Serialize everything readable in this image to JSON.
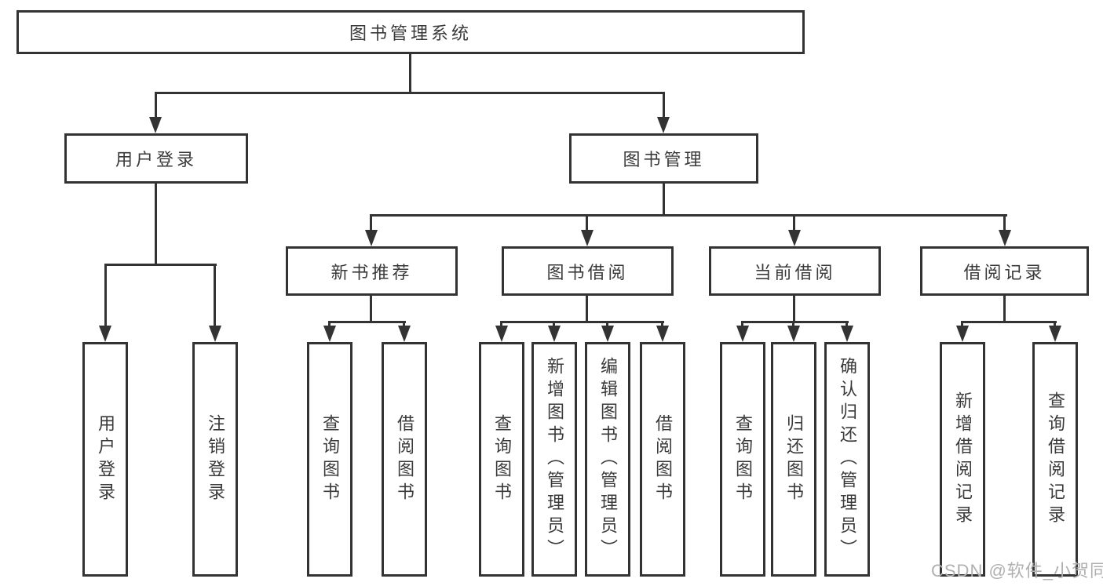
{
  "diagram": {
    "type": "tree",
    "title": "图书管理系统",
    "watermark": "CSDN @软件_小贺同学",
    "colors": {
      "line": "#333333",
      "text": "#3a3a3a",
      "watermark": "#b0b0b0",
      "background": "#ffffff"
    },
    "tree": {
      "label": "图书管理系统",
      "children": [
        {
          "label": "用户登录",
          "children": [
            {
              "label": "用户登录"
            },
            {
              "label": "注销登录"
            }
          ]
        },
        {
          "label": "图书管理",
          "children": [
            {
              "label": "新书推荐",
              "children": [
                {
                  "label": "查询图书"
                },
                {
                  "label": "借阅图书"
                }
              ]
            },
            {
              "label": "图书借阅",
              "children": [
                {
                  "label": "查询图书"
                },
                {
                  "label": "新增图书（管理员）"
                },
                {
                  "label": "编辑图书（管理员）"
                },
                {
                  "label": "借阅图书"
                }
              ]
            },
            {
              "label": "当前借阅",
              "children": [
                {
                  "label": "查询图书"
                },
                {
                  "label": "归还图书"
                },
                {
                  "label": "确认归还（管理员）"
                }
              ]
            },
            {
              "label": "借阅记录",
              "children": [
                {
                  "label": "新增借阅记录"
                },
                {
                  "label": "查询借阅记录"
                }
              ]
            }
          ]
        }
      ]
    }
  }
}
